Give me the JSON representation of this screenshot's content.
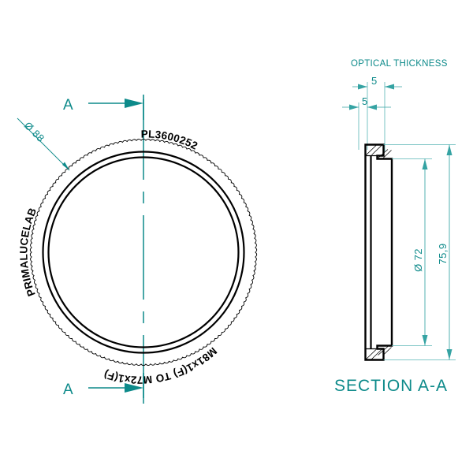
{
  "drawing": {
    "front_view": {
      "diameter_callout": "Ø 88",
      "section_mark_top": "A",
      "section_mark_bottom": "A",
      "ring_engraving": {
        "part_number": "PL3600252",
        "brand": "PRIMALUCELAB",
        "thread_spec": "M81x1(F) TO M72x1(F)"
      }
    },
    "section_view": {
      "title": "SECTION A-A",
      "optical_thickness_label": "OPTICAL THICKNESS",
      "thickness_dim_outer": "5",
      "thickness_dim_inner": "5",
      "bore_diameter": "Ø 72",
      "outer_height": "75,9"
    },
    "colors": {
      "dimension": "#0d8a8a",
      "dimension_light": "#35a3a3",
      "outline": "#000000",
      "background": "#ffffff"
    }
  }
}
